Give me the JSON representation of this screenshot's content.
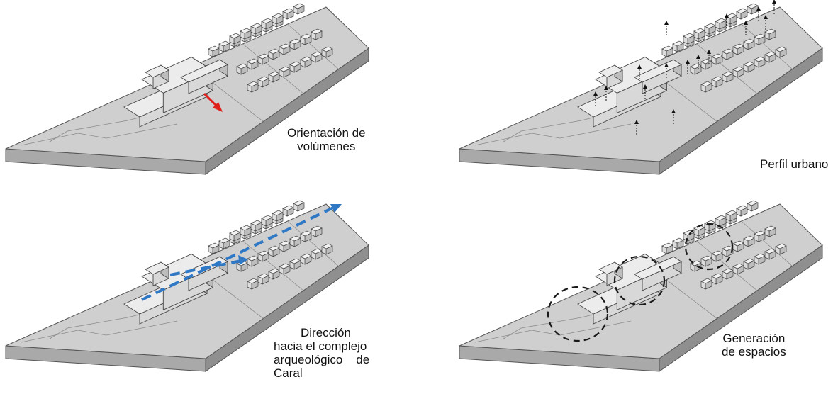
{
  "panels": [
    {
      "id": "tl",
      "caption": [
        "Orientación de",
        "volúmenes"
      ],
      "overlay": "red-arrow"
    },
    {
      "id": "tr",
      "caption": [
        "Perfil urbano"
      ],
      "overlay": "height-arrows"
    },
    {
      "id": "bl",
      "caption": [
        "Dirección",
        "hacia el complejo",
        "arqueológico    de",
        "Caral"
      ],
      "overlay": "blue-dashed-arrows"
    },
    {
      "id": "br",
      "caption": [
        "Generación",
        "de espacios"
      ],
      "overlay": "dashed-circles"
    }
  ],
  "colors": {
    "slab_top": "#cfcfcf",
    "slab_side": "#a9a9a9",
    "outline": "#555555",
    "building": "#ececec",
    "red_arrow": "#e0201b",
    "blue_arrow": "#2e78c6",
    "dashed": "#1a1a1a"
  }
}
